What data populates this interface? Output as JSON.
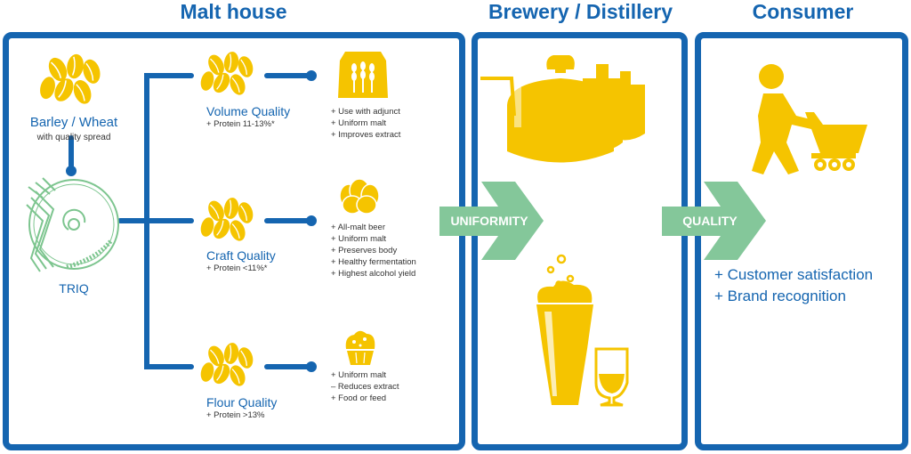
{
  "headings": {
    "malt_house": "Malt house",
    "brewery": "Brewery / Distillery",
    "consumer": "Consumer"
  },
  "source": {
    "title": "Barley / Wheat",
    "subtitle": "with quality spread",
    "machine_label": "TRIQ"
  },
  "qualities": [
    {
      "title": "Volume Quality",
      "protein": "+ Protein 11-13%*",
      "icon": "grain-sack-icon",
      "bullets": [
        "+ Use with adjunct",
        "+ Uniform malt",
        "+ Improves extract"
      ]
    },
    {
      "title": "Craft Quality",
      "protein": "+ Protein <11%*",
      "icon": "bread-loaf-icon",
      "bullets": [
        "+ All-malt beer",
        "+ Uniform malt",
        "+ Preserves body",
        "+ Healthy fermentation",
        "+ Highest alcohol yield"
      ]
    },
    {
      "title": "Flour Quality",
      "protein": "+ Protein >13%",
      "icon": "muffin-icon",
      "bullets": [
        "+ Uniform malt",
        "– Reduces extract",
        "+ Food or feed"
      ]
    }
  ],
  "arrows": {
    "uniformity": "UNIFORMITY",
    "quality": "QUALITY"
  },
  "consumer": {
    "benefits": [
      "+ Customer satisfaction",
      "+ Brand recognition"
    ]
  },
  "colors": {
    "blue": "#1565b0",
    "yellow": "#f5c400",
    "green": "#84c79a",
    "machine_green": "#7dc58f"
  }
}
